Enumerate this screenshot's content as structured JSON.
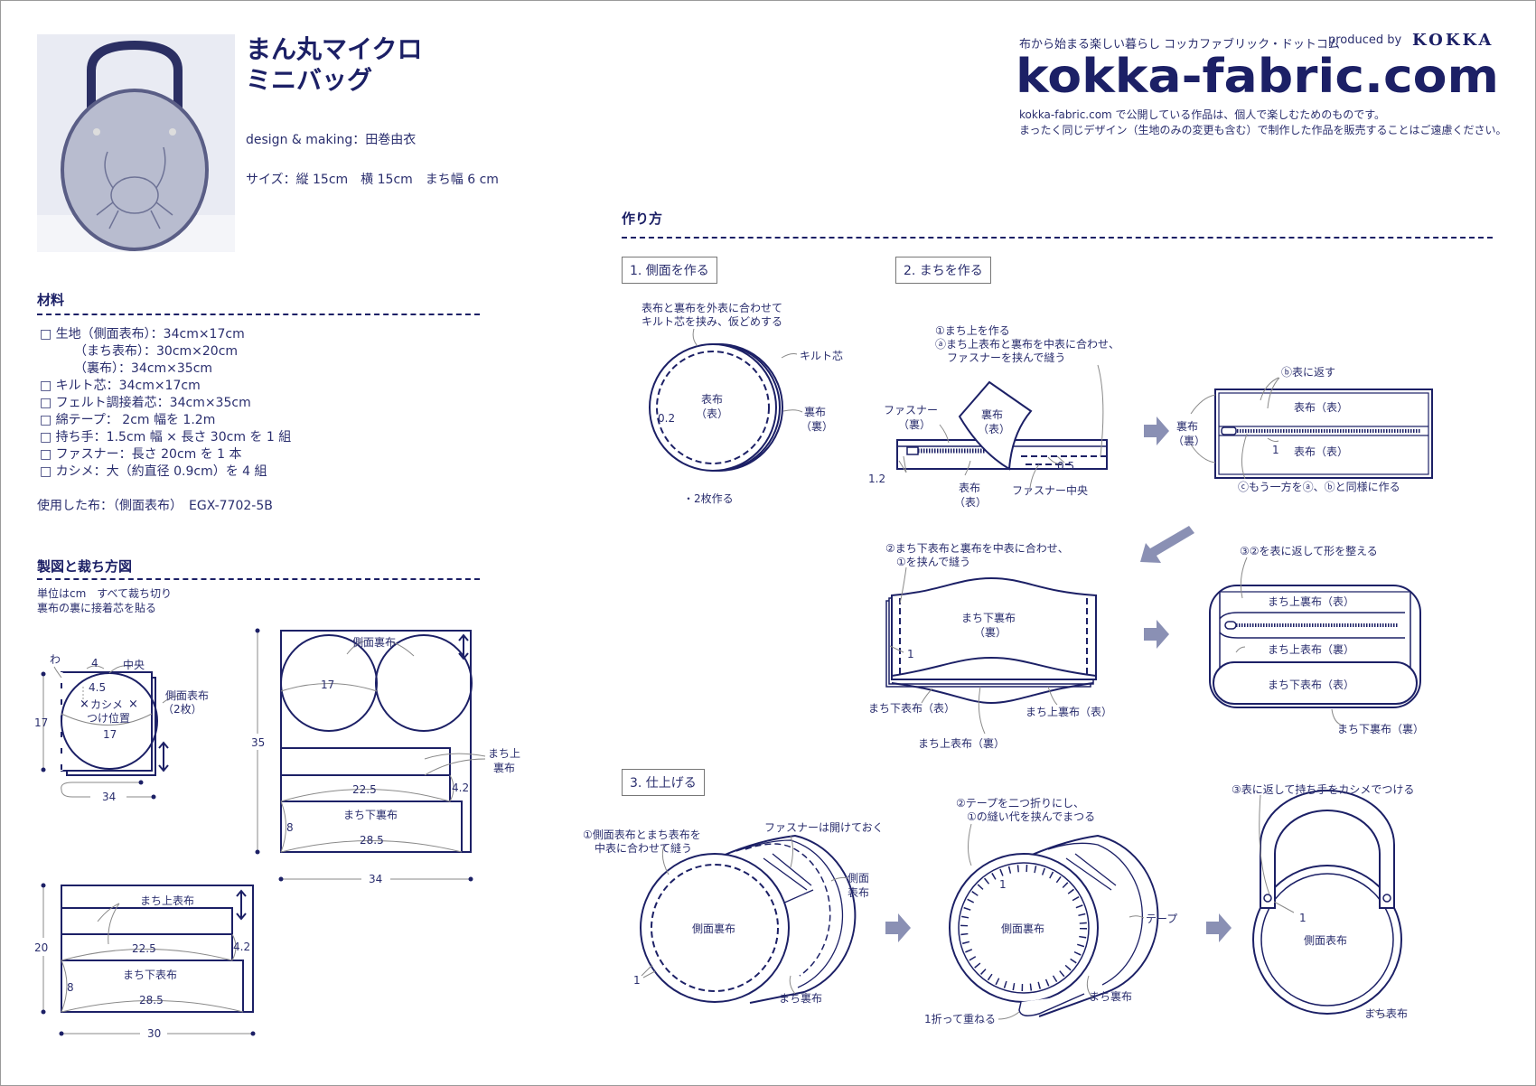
{
  "header": {
    "tagline": "布から始まる楽しい暮らし コッカファブリック・ドットコム",
    "produced_by": "produced by",
    "brand": "KOKKA",
    "logo": "kokka-fabric.com",
    "notice_line1": "kokka-fabric.com で公開している作品は、個人で楽しむためのものです。",
    "notice_line2": "まったく同じデザイン（生地のみの変更も含む）で制作した作品を販売することはご遠慮ください。"
  },
  "product": {
    "title_line1": "まん丸マイクロ",
    "title_line2": "ミニバッグ",
    "designer": "design & making：田巻由衣",
    "size": "サイズ：縦 15cm　横 15cm　まち幅 6 cm"
  },
  "materials": {
    "heading": "材料",
    "items": [
      "□ 生地（側面表布）：34cm×17cm",
      "（まち表布）：30cm×20cm",
      "（裏布）：34cm×35cm",
      "□ キルト芯：34cm×17cm",
      "□ フェルト調接着芯：34cm×35cm",
      "□ 綿テープ： 2cm 幅を 1.2m",
      "□ 持ち手：1.5cm 幅 × 長さ 30cm を 1 組",
      "□ ファスナー：長さ 20cm を 1 本",
      "□ カシメ：大（約直径 0.9cm）を 4 組"
    ],
    "used_fabric": "使用した布：（側面表布）　EGX-7702-5B"
  },
  "pattern": {
    "heading": "製図と裁ち方図",
    "note1": "単位はcm　すべて裁ち切り",
    "note2": "裏布の裏に接着芯を貼る",
    "a": {
      "wa": "わ",
      "four": "4",
      "center": "中央",
      "d45": "4.5",
      "kashime": "カシメ",
      "tsuke": "つけ位置",
      "d17": "17",
      "side_label": "側面表布",
      "count": "（2枚）",
      "h17": "17",
      "w34": "34"
    },
    "b": {
      "side_label": "側面裏布",
      "d17": "17",
      "d225": "22.5",
      "d42": "4.2",
      "bottom_label": "まち下裏布",
      "d8": "8",
      "d285": "28.5",
      "top_label1": "まち上",
      "top_label2": "裏布",
      "h35": "35",
      "w34": "34"
    },
    "c": {
      "top_label": "まち上表布",
      "d225": "22.5",
      "d42": "4.2",
      "bottom_label": "まち下表布",
      "d8": "8",
      "d285": "28.5",
      "h20": "20",
      "w30": "30"
    }
  },
  "howto": {
    "heading": "作り方",
    "step1": {
      "title": "1. 側面を作る",
      "note1": "表布と裏布を外表に合わせて",
      "note2": "キルト芯を挟み、仮どめする",
      "quilt": "キルト芯",
      "lining1": "裏布",
      "lining2": "（裏）",
      "outer1": "表布",
      "outer2": "（表）",
      "margin": "0.2",
      "count": "・2枚作る"
    },
    "step2": {
      "title": "2. まちを作る",
      "a1": "①まち上を作る",
      "a2": "ⓐまち上表布と裏布を中表に合わせ、",
      "a3": "ファスナーを挟んで縫う",
      "zip1": "ファスナー",
      "zip2": "（裏）",
      "lin1": "裏布",
      "lin2": "（表）",
      "d12": "1.2",
      "d05": "0.5",
      "out1": "表布",
      "out2": "（表）",
      "zipcenter": "ファスナー中央",
      "b": "ⓑ表に返す",
      "b_top": "表布（表）",
      "b_bottom": "表布（表）",
      "b_lin1": "裏布",
      "b_lin2": "（裏）",
      "b_one": "1",
      "c": "ⓒもう一方をⓐ、ⓑと同様に作る",
      "s2_1": "②まち下表布と裏布を中表に合わせ、",
      "s2_2": "①を挟んで縫う",
      "s2_center1": "まち下裏布",
      "s2_center2": "（裏）",
      "s2_one": "1",
      "s2_lower_outer": "まち下表布（表）",
      "s2_upper_lining": "まち上裏布（表）",
      "s2_upper_outer": "まち上表布（裏）",
      "s3": "③②を表に返して形を整える",
      "s3_upper_lining": "まち上裏布（表）",
      "s3_upper_outer": "まち上表布（裏）",
      "s3_lower_outer": "まち下表布（表）",
      "s3_lower_lining": "まち下裏布（裏）"
    },
    "step3": {
      "title": "3. 仕上げる",
      "n1a": "①側面表布とまち表布を",
      "n1b": "中表に合わせて縫う",
      "zip_open": "ファスナーは開けておく",
      "side1": "側面",
      "side2": "表布",
      "c1_center": "側面裏布",
      "c1_one": "1",
      "c1_gusset": "まち裏布",
      "n2a": "②テープを二つ折りにし、",
      "n2b": "①の縫い代を挟んでまつる",
      "c2_one": "1",
      "c2_center": "側面裏布",
      "tape": "テープ",
      "c2_gusset": "まち裏布",
      "fold": "1折って重ねる",
      "n3": "③表に返して持ち手をカシメでつける",
      "c3_one": "1",
      "c3_center": "側面表布",
      "c3_gusset": "まち表布"
    }
  },
  "colors": {
    "navy": "#1c2066",
    "arrow": "#8a90b4",
    "leader": "#8a8a8a"
  }
}
